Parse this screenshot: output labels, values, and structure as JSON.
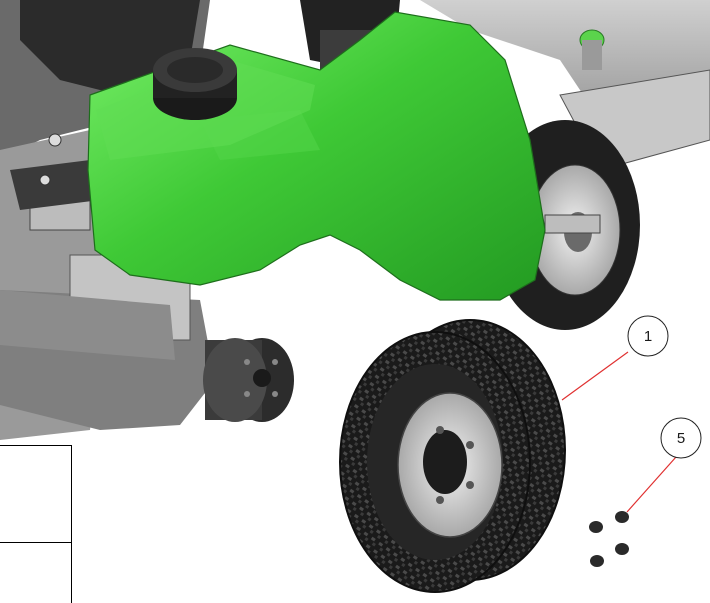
{
  "callouts": [
    {
      "number": "1",
      "part": "wheel-assembly"
    },
    {
      "number": "5",
      "part": "lug-nuts"
    }
  ],
  "title_block": {
    "cell_top": "",
    "cell_bottom": ""
  },
  "colors": {
    "hood_green": "#39c132",
    "hood_green_dark": "#2a9a26",
    "hood_green_light": "#6ee45e",
    "frame_gray": "#9b9b9b",
    "tire_black": "#1c1c1c",
    "rim_gray": "#c9c9c9",
    "leader_red": "#e03030"
  }
}
